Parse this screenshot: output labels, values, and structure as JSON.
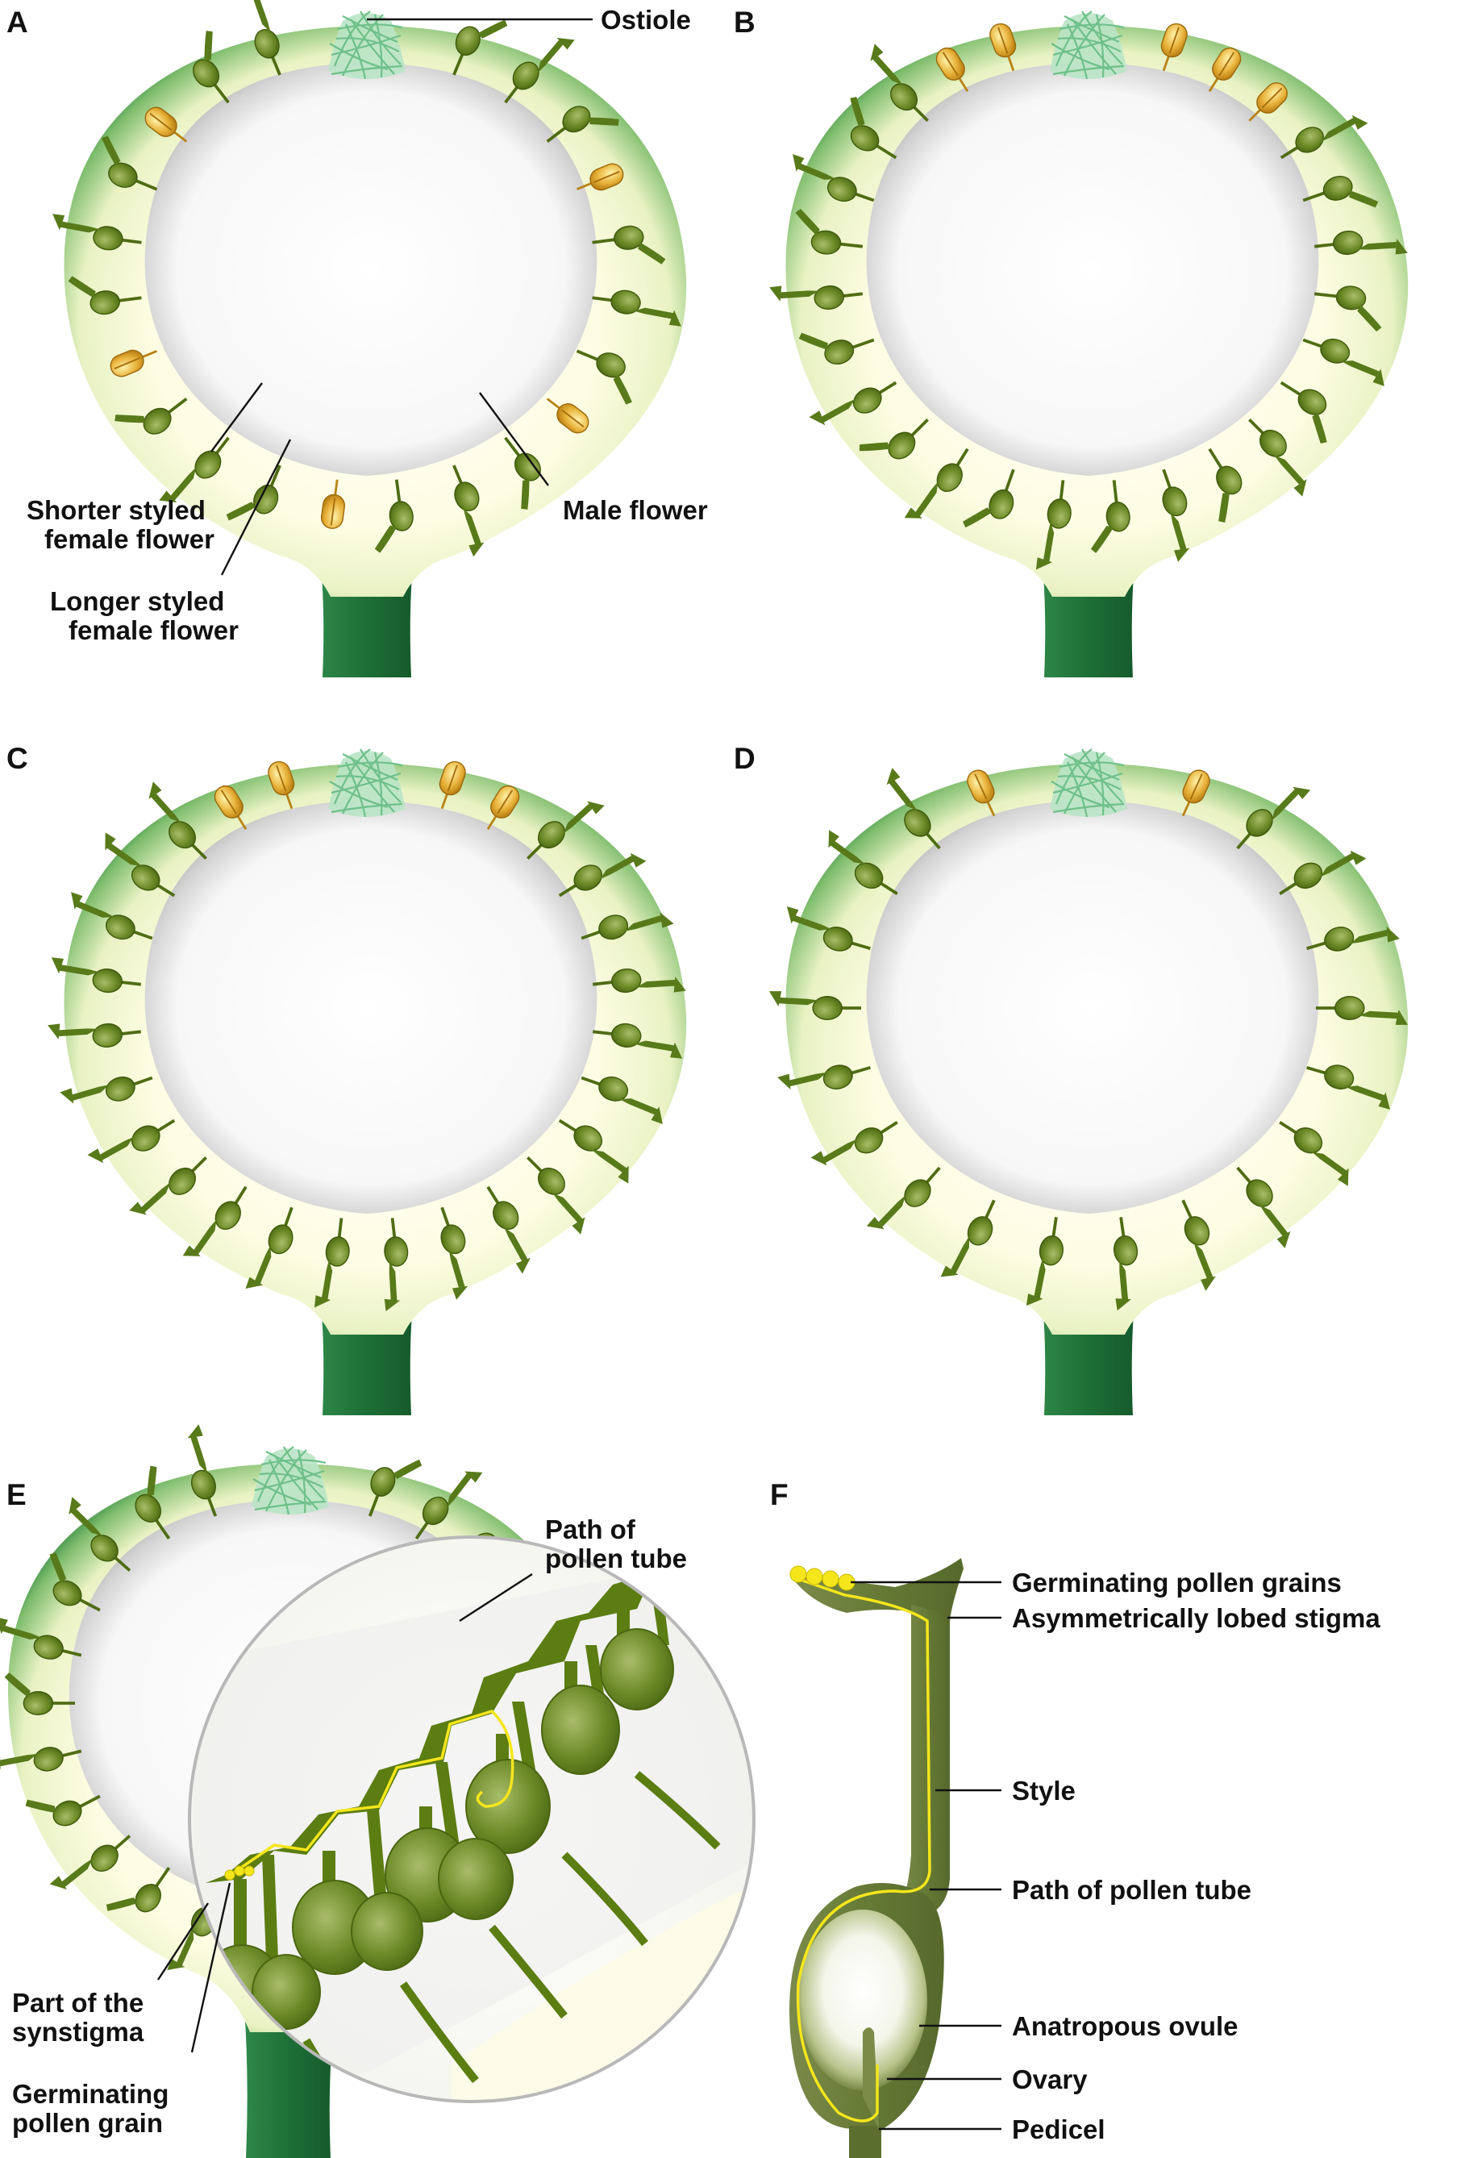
{
  "panels": [
    {
      "letter": "A",
      "labels": {
        "ostiole": "Ostiole",
        "shorter_1": "Shorter styled",
        "shorter_2": "female flower",
        "longer_1": "Longer styled",
        "longer_2": "female flower",
        "male": "Male flower"
      }
    },
    {
      "letter": "B"
    },
    {
      "letter": "C"
    },
    {
      "letter": "D"
    },
    {
      "letter": "E",
      "labels": {
        "path_1": "Path of",
        "path_2": "pollen tube",
        "synstigma_1": "Part of the",
        "synstigma_2": "synstigma",
        "germ_1": "Germinating",
        "germ_2": "pollen grain"
      }
    },
    {
      "letter": "F",
      "labels": {
        "pollen_grains": "Germinating pollen grains",
        "stigma": "Asymmetrically lobed stigma",
        "style": "Style",
        "pollen_tube": "Path of pollen tube",
        "ovule": "Anatropous ovule",
        "ovary": "Ovary",
        "pedicel": "Pedicel"
      }
    }
  ],
  "colors": {
    "fig_wall_dark": "#1f7a3a",
    "fig_wall_light": "#fdfde6",
    "flower_green": "#5e7d1e",
    "male_flower": "#e2a92a",
    "ostiole_scales": "#8fd3a4",
    "pollen": "#f5e61c"
  }
}
